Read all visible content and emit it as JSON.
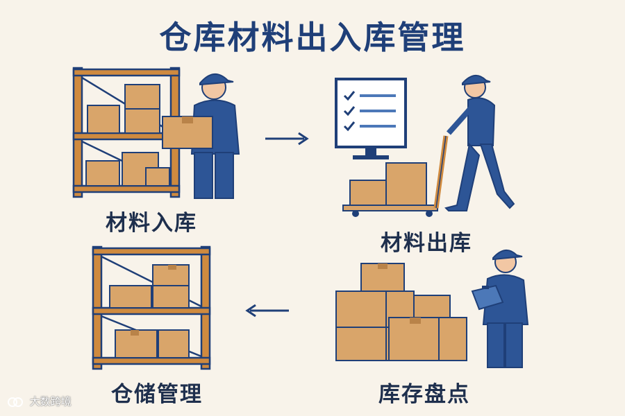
{
  "title": "仓库材料出入库管理",
  "steps": [
    {
      "label": "材料入库"
    },
    {
      "label": "材料出库"
    },
    {
      "label": "库存盘点"
    },
    {
      "label": "仓储管理"
    }
  ],
  "colors": {
    "background": "#f8f3ea",
    "title": "#1f3f78",
    "navy": "#1f3f78",
    "shelf": "#cf8a3f",
    "box": "#d9a56a",
    "box_dark": "#b98349"
  },
  "icons": [
    "shelf-icon",
    "worker-icon",
    "monitor-checklist-icon",
    "pallet-jack-icon",
    "clipboard-icon",
    "arrow-right-icon",
    "arrow-left-icon"
  ],
  "watermark": "大数跨境"
}
